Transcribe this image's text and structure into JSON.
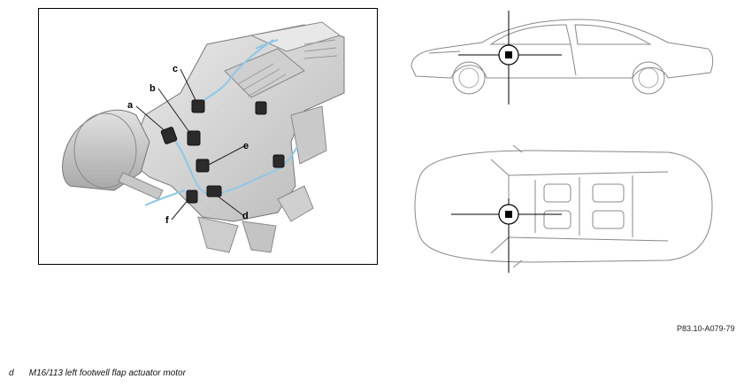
{
  "callouts": [
    "a",
    "b",
    "c",
    "d",
    "e",
    "f"
  ],
  "figure_code": "P83.10-A079-79",
  "legend": {
    "key": "d",
    "text": "M16/113 left footwell flap actuator motor"
  },
  "colors": {
    "wire": "#8ec8e8",
    "housing": "#d4d4d4",
    "housing_dark": "#9a9a9a",
    "actuator": "#2b2b2b",
    "line": "#555555"
  }
}
